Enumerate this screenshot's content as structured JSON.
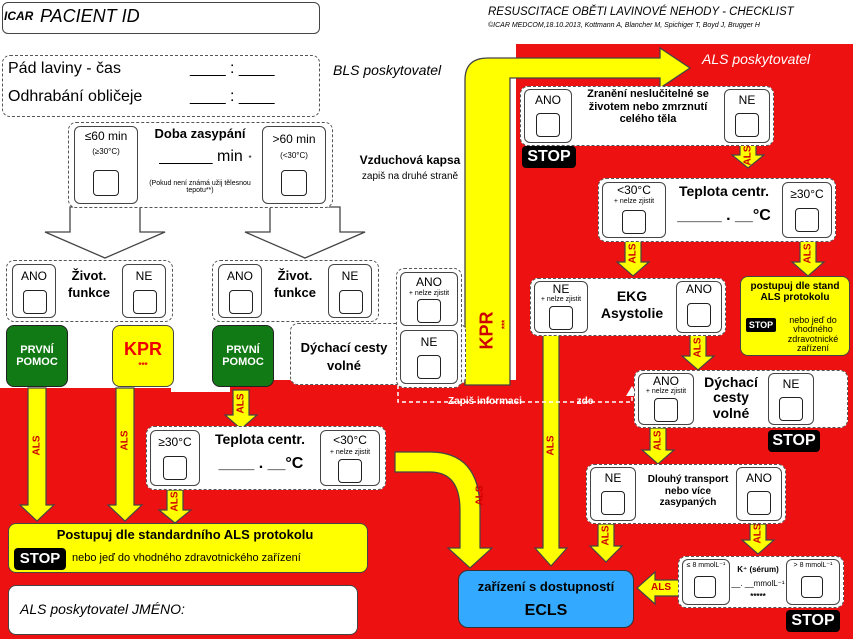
{
  "colors": {
    "red": "#ee1111",
    "yellow": "#ffff00",
    "green": "#127a15",
    "arrow_fill": "#ffff00"
  },
  "header": {
    "title": "PACIENT ID",
    "logo": "ICAR",
    "main_title": "RESUSCITACE OBĚTI LAVINOVÉ NEHODY - CHECKLIST",
    "credit": "©ICAR MEDCOM,18.10.2013, Kottmann A, Blancher M, Spichiger T, Boyd J, Brugger H"
  },
  "bls": {
    "label": "BLS poskytovatel",
    "time_label": "Pád laviny - čas",
    "face_label": "Odhrabání obličeje",
    "blank": "____ : ____"
  },
  "als_label": "ALS poskytovatel",
  "burial": {
    "title": "Doba zasypání",
    "unit_line": "______ min",
    "star": "*",
    "left_top": "≤60 min",
    "left_sub": "(≥30°C)",
    "right_top": ">60 min",
    "right_sub": "(<30°C)",
    "note": "(Pokud není známá užij tělesnou tepotu**)"
  },
  "air": {
    "title": "Vzduchová kapsa",
    "sub": "zapiš na druhé straně"
  },
  "vital1": {
    "ano": "ANO",
    "label": "Život. funkce",
    "ne": "NE"
  },
  "vital2": {
    "ano": "ANO",
    "label": "Život. funkce",
    "ne": "NE"
  },
  "first_aid": "PRVNÍ POMOC",
  "kpr": "KPR",
  "stars": "***",
  "airway_left": {
    "ano": "ANO",
    "ano_sub": "+ nelze zjistit",
    "label": "Dýchací cesty volné",
    "ne": "NE"
  },
  "kpr_vertical": "KPR",
  "write_info": {
    "left": "Zapiš informaci",
    "right": "zde"
  },
  "temp_left": {
    "ge": "≥30°C",
    "title": "Teplota centr.",
    "blank": "____ . __°C",
    "lt": "<30°C",
    "lt_sub": "+ nelze zjistit"
  },
  "als_protocol": {
    "line1": "Postupuj dle standardního ALS protokolu",
    "stop": "STOP",
    "line2": "nebo jeď do vhodného zdravotnického zařízení"
  },
  "als_name": "ALS poskytovatel JMÉNO:",
  "injury": {
    "ano": "ANO",
    "label": "Zranění neslučitelné se životem nebo zmrznutí celého těla",
    "ne": "NE",
    "stop": "STOP"
  },
  "temp_right": {
    "lt": "<30°C",
    "lt_sub": "+ nelze zjistit",
    "title": "Teplota centr.",
    "blank": "_____ . __°C",
    "ge": "≥30°C"
  },
  "ekg": {
    "ne": "NE",
    "ne_sub": "+ nelze zjistit",
    "label": "EKG Asystolie",
    "ano": "ANO"
  },
  "proto_right": {
    "line1": "postupuj dle stand ALS protokolu",
    "stop": "STOP",
    "line2": "nebo jeď do vhodného zdravotnické zařízení"
  },
  "airway_right": {
    "ano": "ANO",
    "ano_sub": "+ nelze zjistit",
    "label": "Dýchací cesty volné",
    "ne": "NE",
    "stop": "STOP"
  },
  "transport": {
    "ne": "NE",
    "label": "Dlouhý transport nebo více zasypaných",
    "ano": "ANO"
  },
  "potassium": {
    "le": "≤ 8 mmolL⁻¹",
    "label": "K⁺ (sérum)",
    "unit": "__. __mmolL⁻¹",
    "stars": "*****",
    "gt": "> 8 mmolL⁻¹",
    "stop": "STOP"
  },
  "ecls": {
    "line1": "zařízení s dostupností",
    "line2": "ECLS"
  },
  "arrow_labels": {
    "als": "ALS"
  }
}
